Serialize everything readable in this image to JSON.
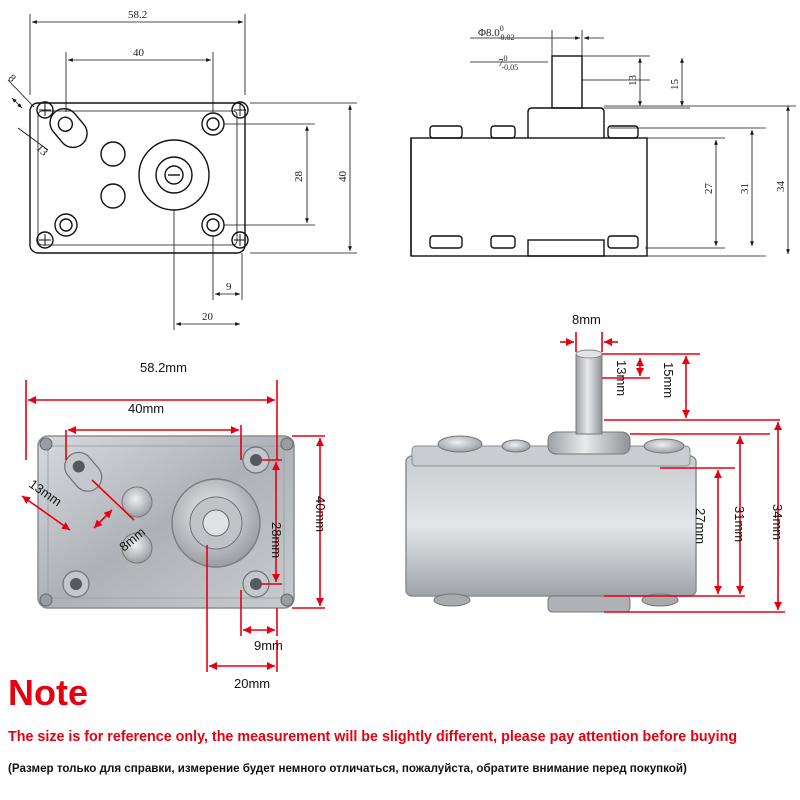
{
  "technical_drawing": {
    "front": {
      "overall_width": "58.2",
      "hole_spacing": "40",
      "slot_width": "8",
      "slot_length": "13",
      "hole_vertical": "28",
      "height": "40",
      "offset_small": "9",
      "offset_large": "20"
    },
    "side": {
      "shaft_dia_main": "Φ8.0",
      "shaft_dia_tol_upper": "0",
      "shaft_dia_tol_lower": "-0.02",
      "shaft_flat_main": "7",
      "shaft_flat_tol_upper": "0",
      "shaft_flat_tol_lower": "-0.05",
      "flat_length": "13",
      "shaft_length": "15",
      "body_27": "27",
      "body_31": "31",
      "body_34": "34"
    }
  },
  "photo_labels": {
    "front": {
      "overall_width": "58.2mm",
      "hole_spacing": "40mm",
      "slot_length": "13mm",
      "slot_width": "8mm",
      "hole_vertical": "28mm",
      "height": "40mm",
      "offset_small": "9mm",
      "offset_large": "20mm"
    },
    "side": {
      "shaft_dia": "8mm",
      "flat_length": "13mm",
      "shaft_length": "15mm",
      "body_27": "27mm",
      "body_31": "31mm",
      "body_34": "34mm"
    }
  },
  "note": {
    "title": "Note",
    "english": "The size is for reference only, the measurement will be slightly different, please pay attention before buying",
    "russian": "(Размер только для справки, измерение будет немного отличаться, пожалуйста, обратите внимание перед покупкой)"
  },
  "colors": {
    "dimension_red": "#e60012",
    "metal": "#b9bcc0",
    "note_red": "#e60012"
  }
}
